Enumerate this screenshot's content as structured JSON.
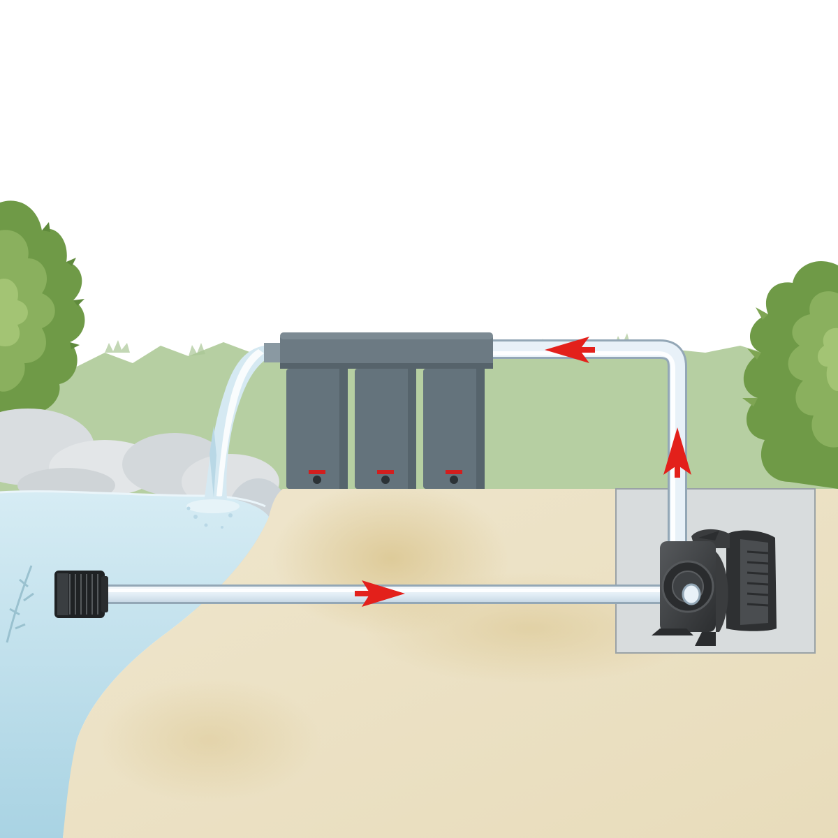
{
  "diagram": {
    "type": "pond-filter-circulation",
    "labels": [],
    "components": [
      {
        "name": "intake-strainer"
      },
      {
        "name": "suction-hose"
      },
      {
        "name": "submersible-pump"
      },
      {
        "name": "pump-pit"
      },
      {
        "name": "riser-hose"
      },
      {
        "name": "multi-chamber-filter",
        "chambers": 3
      },
      {
        "name": "waterfall-return"
      }
    ],
    "flow_arrows": [
      {
        "name": "arrow-suction-hose",
        "direction": "right"
      },
      {
        "name": "arrow-riser-hose",
        "direction": "up"
      },
      {
        "name": "arrow-filter-inlet",
        "direction": "left"
      }
    ],
    "colors": {
      "sky": "#ffffff",
      "hills": "#b6cfa2",
      "foliage": "#8ab05e",
      "foliage_dark": "#6f9a47",
      "rocks": "#d9dde0",
      "water": "#c7e4ef",
      "soil": "#ece3c9",
      "soil_shadow": "#e0cfa3",
      "pit": "#d8dcdd",
      "pipe": "#e8f1f8",
      "pipe_edge": "#93a7b6",
      "filter": "#64737c",
      "pump": "#3d3f41",
      "arrow": "#e3201b"
    }
  }
}
